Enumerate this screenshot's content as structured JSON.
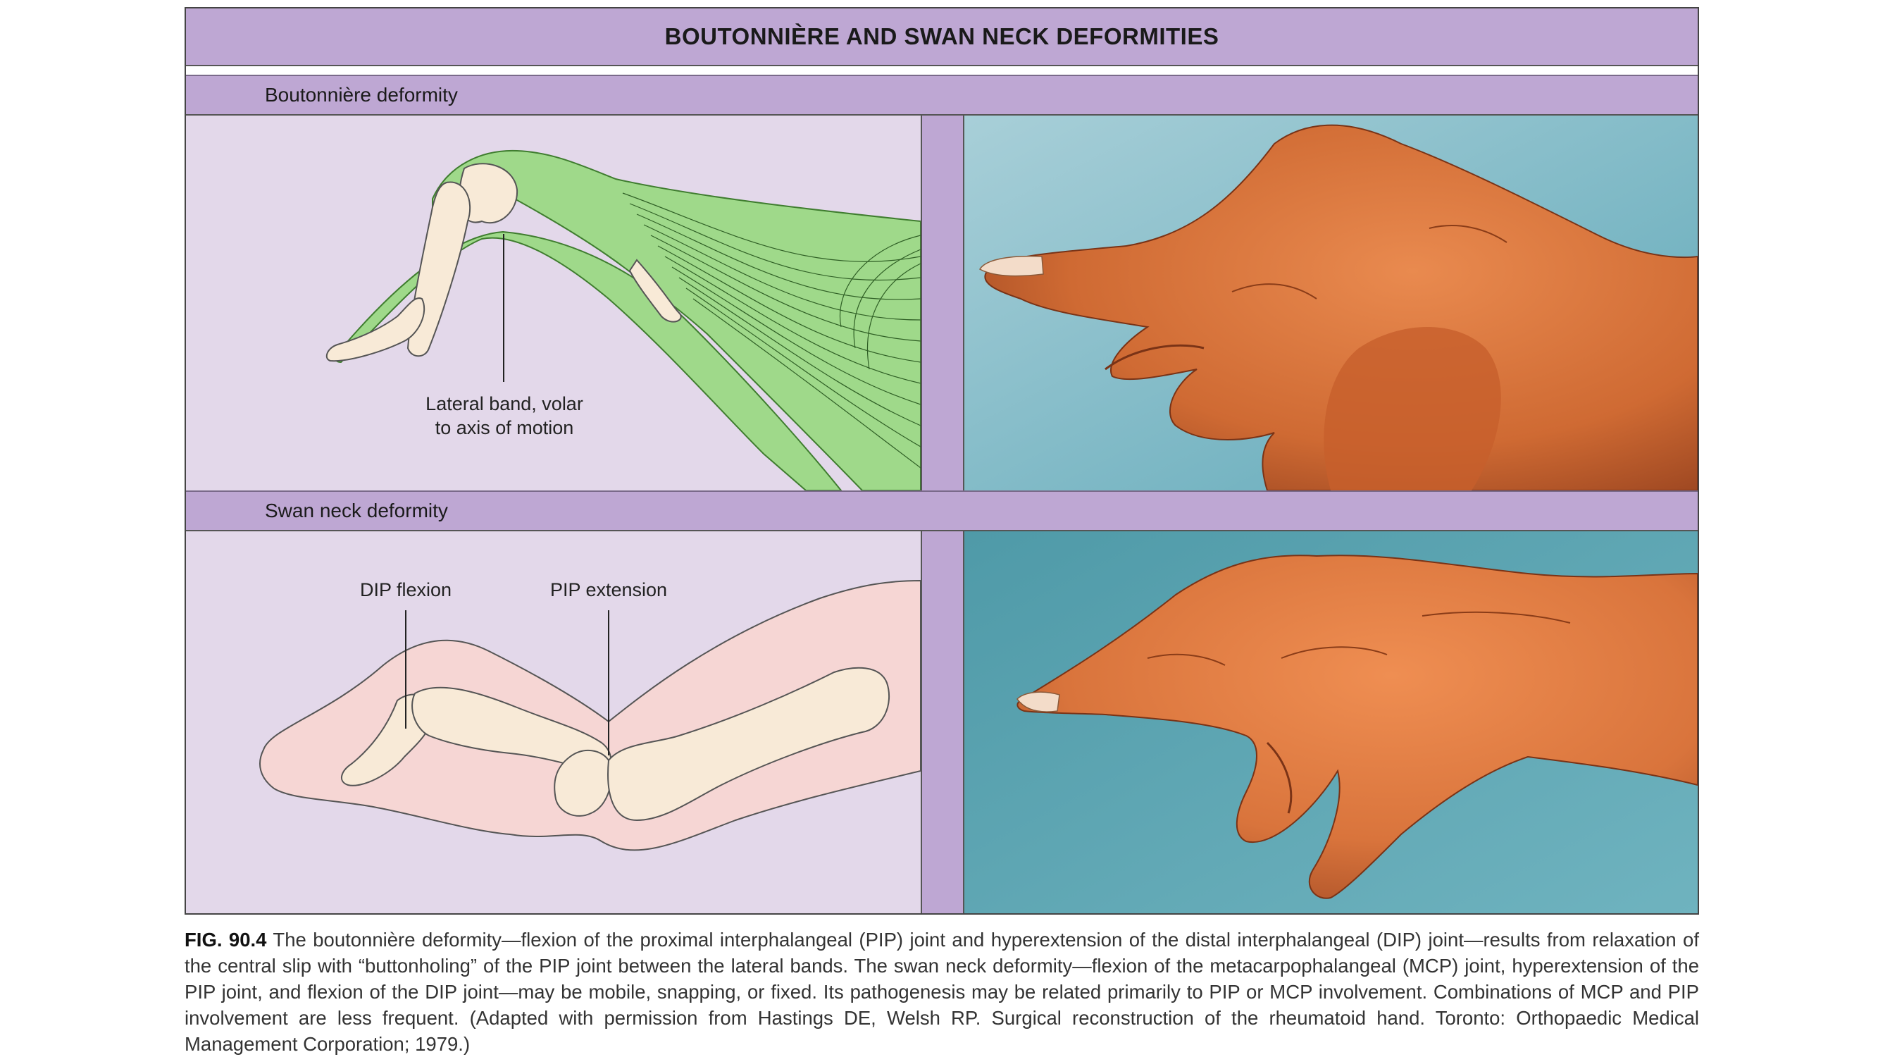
{
  "figure": {
    "title": "BOUTONNIÈRE AND SWAN NECK DEFORMITIES",
    "sections": [
      {
        "heading": "Boutonnière deformity",
        "labels": [
          "Lateral band, volar",
          "to axis of motion"
        ]
      },
      {
        "heading": "Swan neck deformity",
        "labels": [
          "DIP flexion",
          "PIP extension"
        ]
      }
    ]
  },
  "caption": {
    "fig_number": "FIG. 90.4",
    "text": "The boutonnière deformity—flexion of the proximal interphalangeal (PIP) joint and hyperextension of the distal interphalangeal (DIP) joint—results from relaxation of the central slip with “buttonholing” of the PIP joint between the lateral bands. The swan neck deformity—flexion of the metacarpophalangeal (MCP) joint, hyperextension of the PIP joint, and flexion of the DIP joint—may be mobile, snapping, or fixed. Its pathogenesis may be related primarily to PIP or MCP involvement. Combinations of MCP and PIP involvement are less frequent. (Adapted with permission from Hastings DE, Welsh RP. Surgical reconstruction of the rheumatoid hand. Toronto: Orthopaedic Medical Management Corporation; 1979.)"
  },
  "colors": {
    "header_purple": "#bea7d3",
    "panel_lavender": "#e3d8ea",
    "tendon_green": "#9fd98a",
    "bone_cream": "#f8ead7",
    "skin_pink": "#f6d6d4",
    "photo_background_teal": "#5fa8b8",
    "skin_orange": "#d9743c"
  }
}
